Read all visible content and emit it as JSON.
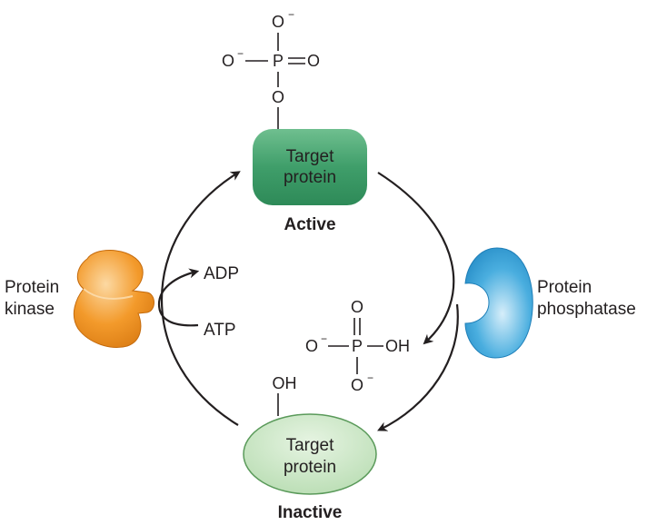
{
  "active_protein": {
    "line1": "Target",
    "line2": "protein",
    "state_label": "Active",
    "color": "#3f9e6a"
  },
  "inactive_protein": {
    "line1": "Target",
    "line2": "protein",
    "state_label": "Inactive",
    "color": "#c8e6c4"
  },
  "kinase": {
    "line1": "Protein",
    "line2": "kinase",
    "color": "#f39a2b"
  },
  "phosphatase": {
    "line1": "Protein",
    "line2": "phosphatase",
    "color": "#4aaedf"
  },
  "cofactors": {
    "atp": "ATP",
    "adp": "ADP"
  },
  "attached_phosphate": {
    "top_o": "O",
    "top_charge": "−",
    "left_o": "O",
    "left_charge": "−",
    "p": "P",
    "right_o": "O",
    "bottom_o": "O"
  },
  "released_phosphate": {
    "top_o": "O",
    "left_o": "O",
    "left_charge": "−",
    "p": "P",
    "right_group": "OH",
    "bottom_o": "O",
    "bottom_charge": "−"
  },
  "hydroxyl": "OH"
}
